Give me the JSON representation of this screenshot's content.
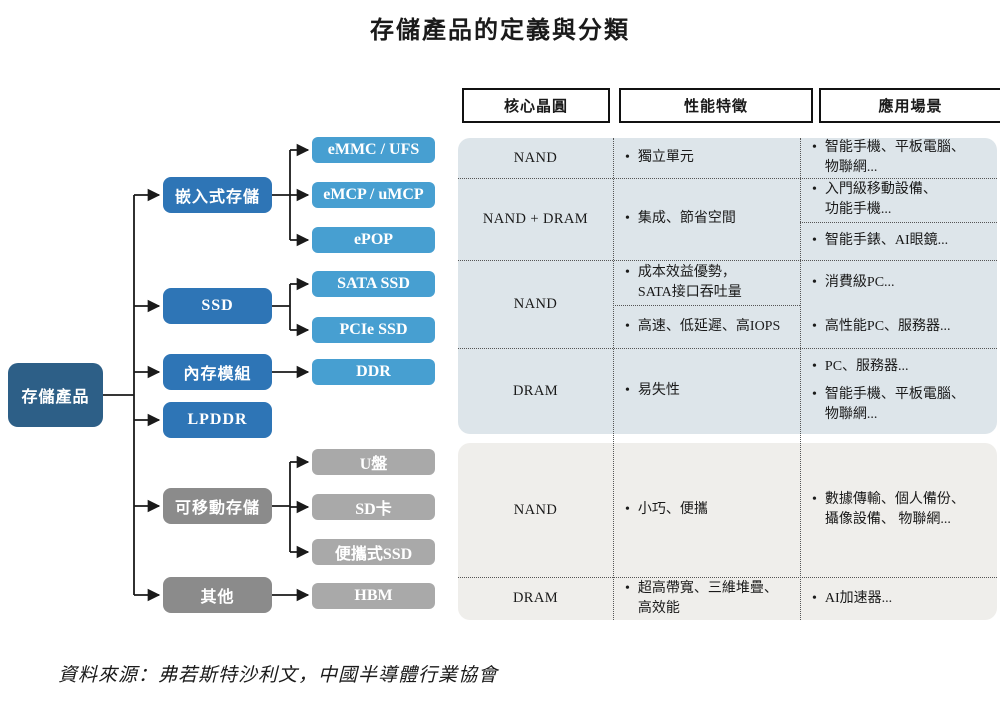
{
  "title": "存儲產品的定義與分類",
  "source_note": "資料來源：弗若斯特沙利文，中國半導體行業協會",
  "colors": {
    "root_box": "#2d5f87",
    "branch_blue": "#2e75b6",
    "leaf_blue": "#479fd1",
    "branch_gray": "#8b8b8b",
    "leaf_gray": "#a9a9a9",
    "panel_blue_bg": "#dde5ea",
    "panel_gray_bg": "#efeeeb",
    "connector": "#1a1a1a"
  },
  "tree": {
    "root": "存儲產品",
    "branches": [
      {
        "label": "嵌入式存儲",
        "children": [
          "eMMC / UFS",
          "eMCP / uMCP",
          "ePOP"
        ]
      },
      {
        "label": "SSD",
        "children": [
          "SATA SSD",
          "PCIe SSD"
        ]
      },
      {
        "label": "內存模組",
        "children": [
          "DDR"
        ]
      },
      {
        "label": "LPDDR",
        "children": []
      },
      {
        "label": "可移動存儲",
        "children": [
          "U盤",
          "SD卡",
          "便攜式SSD"
        ]
      },
      {
        "label": "其他",
        "children": [
          "HBM"
        ]
      }
    ]
  },
  "table": {
    "headers": [
      "核心晶圓",
      "性能特徵",
      "應用場景"
    ],
    "rows": [
      {
        "chip": "NAND",
        "features": [
          [
            "獨立單元"
          ]
        ],
        "apps": [
          [
            "智能手機、平板電腦、",
            "物聯網..."
          ]
        ]
      },
      {
        "chip": "NAND + DRAM",
        "features": [
          [
            "集成、節省空間"
          ]
        ],
        "apps": [
          [
            "入門級移動設備、",
            "功能手機..."
          ],
          [
            "智能手錶、AI眼鏡..."
          ]
        ]
      },
      {
        "chip": "NAND",
        "features": [
          [
            "成本效益優勢，",
            "SATA接口吞吐量"
          ],
          [
            "高速、低延遲、高IOPS"
          ]
        ],
        "apps": [
          [
            "消費級PC..."
          ],
          [
            "高性能PC、服務器..."
          ]
        ]
      },
      {
        "chip": "DRAM",
        "features": [
          [
            "易失性"
          ]
        ],
        "apps": [
          [
            "PC、服務器..."
          ],
          [
            "智能手機、平板電腦、",
            "物聯網..."
          ]
        ]
      },
      {
        "chip": "NAND",
        "features": [
          [
            "小巧、便攜"
          ]
        ],
        "apps": [
          [
            "數據傳輸、個人備份、",
            "攝像設備、 物聯網..."
          ]
        ]
      },
      {
        "chip": "DRAM",
        "features": [
          [
            "超高帶寬、三維堆疊、",
            "高效能"
          ]
        ],
        "apps": [
          [
            "AI加速器..."
          ]
        ]
      }
    ]
  }
}
